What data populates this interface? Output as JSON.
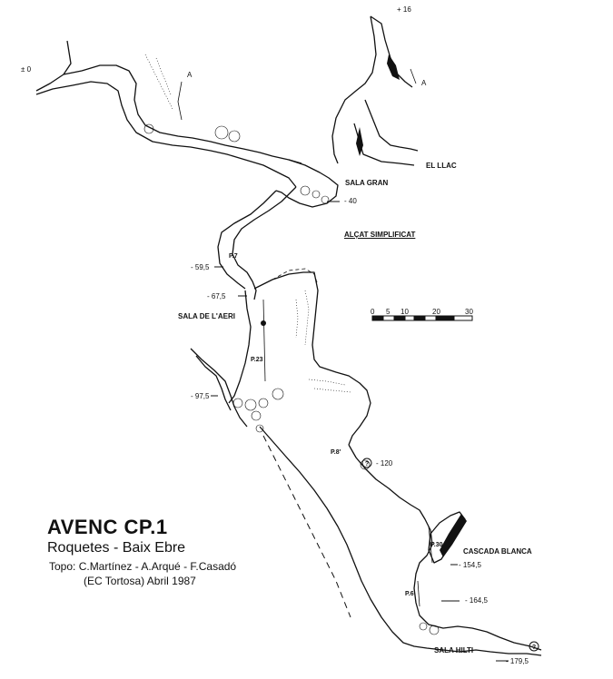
{
  "title": "AVENC CP.1",
  "subtitle": "Roquetes - Baix Ebre",
  "credits": "Topo: C.Martínez - A.Arqué - F.Casadó",
  "credits_line2": "(EC Tortosa)   Abril 1987",
  "profile_label": "ALÇAT SIMPLIFICAT",
  "section_marker": "A",
  "halls": {
    "sala_gran": "SALA GRAN",
    "el_llac": "EL LLAC",
    "sala_aeri": "SALA DE L'AERI",
    "cascada": "CASCADA BLANCA",
    "sala_hilti": "SALA HILTI"
  },
  "depths": {
    "top": "+ 16",
    "zero": "± 0",
    "d40": "- 40",
    "d59": "- 59,5",
    "d67": "- 67,5",
    "d97": "- 97,5",
    "d120": "- 120",
    "d154": "- 154,5",
    "d164": "- 164,5",
    "d179": "- 179,5"
  },
  "pitches": {
    "p7": "P.7",
    "p23": "P.23",
    "p8": "P.8'",
    "p30": "P.30",
    "p6": "P.6"
  },
  "scale": {
    "ticks": [
      "0",
      "5",
      "10",
      "20",
      "30"
    ]
  }
}
